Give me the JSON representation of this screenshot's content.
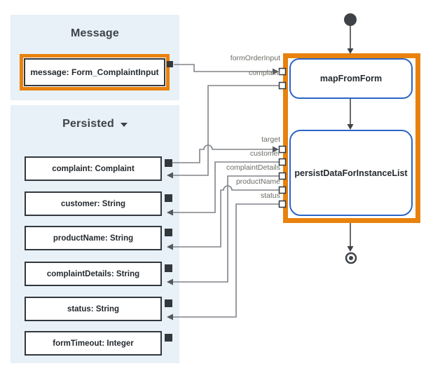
{
  "colors": {
    "highlight_orange": "#E8820E",
    "node_border_blue": "#2B65C6",
    "panel_background_blue": "#E8F1F8",
    "wire_gray": "#808488",
    "dark_border": "#33383D"
  },
  "message_panel": {
    "title": "Message",
    "items": [
      {
        "label": "message: Form_ComplaintInput",
        "highlighted": true
      }
    ]
  },
  "persisted_panel": {
    "title": "Persisted",
    "collapse_icon": "caret-down",
    "items": [
      {
        "label": "complaint: Complaint"
      },
      {
        "label": "customer: String"
      },
      {
        "label": "productName: String"
      },
      {
        "label": "complaintDetails: String"
      },
      {
        "label": "status: String"
      },
      {
        "label": "formTimeout: Integer"
      }
    ]
  },
  "flow": {
    "start_marker": "initial-node",
    "end_marker": "activity-final-node",
    "nodes": [
      {
        "label": "mapFromForm"
      },
      {
        "label": "persistDataForInstanceList"
      }
    ],
    "ports": [
      {
        "label": "formOrderInput",
        "direction": "input"
      },
      {
        "label": "complaint",
        "direction": "output"
      },
      {
        "label": "target",
        "direction": "input"
      },
      {
        "label": "customer",
        "direction": "output"
      },
      {
        "label": "complaintDetails",
        "direction": "output"
      },
      {
        "label": "productName",
        "direction": "output"
      },
      {
        "label": "status",
        "direction": "output"
      }
    ],
    "connections": [
      {
        "source": "message: Form_ComplaintInput",
        "target": "formOrderInput"
      },
      {
        "source": "complaint",
        "target": "complaint: Complaint"
      },
      {
        "source": "complaint: Complaint",
        "target": "target"
      },
      {
        "source": "customer",
        "target": "customer: String"
      },
      {
        "source": "complaintDetails",
        "target": "complaintDetails: String"
      },
      {
        "source": "productName",
        "target": "productName: String"
      },
      {
        "source": "status",
        "target": "status: String"
      }
    ]
  }
}
